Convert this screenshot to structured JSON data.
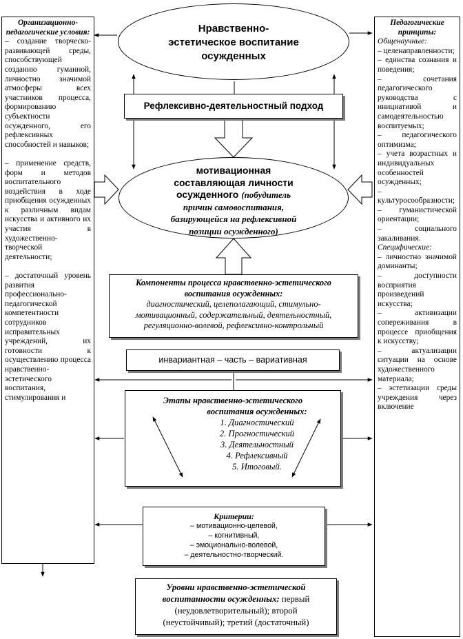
{
  "left_panel": {
    "title": "Организационно-педагогические условия:",
    "items": [
      "– создание творческо-развивающей среды, способствующей созданию гуманной, личностно значимой атмосферы всех участников процесса, формированию субъектности осужденного, его рефлексивных способностей и навыков;",
      "– применение средств, форм и методов воспитательного воздействия в ходе приобщения осужденных к различным видам искусства и активного их участия в художественно-творческой деятельности;",
      "– достаточный уровень развития профессионально-педагогической компетентности сотрудников исправительных учреждений, их готовности к осуществлению процесса нравственно-эстетического воспитания, стимулирования и"
    ]
  },
  "right_panel": {
    "title": "Педагогические принципы:",
    "general_heading": "Общенаучные:",
    "general_items": [
      "– целенаправленности;",
      "– единства сознания и поведения;",
      "– сочетания педагогического руководства с инициативой и самодеятельностью воспитуемых;",
      "– педагогического оптимизма;",
      "– учета возрастных и индивидуальных особенностей осужденных;",
      "– культуросообразности;",
      "– гуманистической ориентации;",
      "– социального закаливания."
    ],
    "specific_heading": "Специфические:",
    "specific_items": [
      "– личностно значимой доминанты;",
      "– доступности восприятия произведений искусства;",
      "– активизации сопереживания в процессе приобщения к искусству;",
      "– актуализации ситуации на основе художественного материала;",
      "– эстетизации среды учреждения через включение"
    ]
  },
  "top_oval": {
    "line1": "Нравственно-",
    "line2": "эстетическое воспитание",
    "line3": "осужденных"
  },
  "approach_box": {
    "text": "Рефлексивно-деятельностный подход"
  },
  "middle_oval": {
    "line1": "мотивационная",
    "line2": "составляющая личности",
    "line3_plain": "осужденного ",
    "line3_italic": "(побудитель",
    "line4": "причин самовоспитания,",
    "line5": "базирующейся на рефлексивной",
    "line6": "позиции осужденного)"
  },
  "components_box": {
    "title": "Компоненты процесса нравственно-эстетического воспитания осужденных:",
    "line1": "диагностический, целеполагающий, стимульно-",
    "line2": "мотивационный, содержательный, деятельностный,",
    "line3": "регуляционно-волевой, рефлексивно-контрольный"
  },
  "invariant_box": {
    "text": "инвариантная – часть – вариативная"
  },
  "stages_box": {
    "title_line1": "Этапы нравственно-эстетического",
    "title_line2": "воспитания осужденных:",
    "stages": [
      "1. Диагностический",
      "2. Прогностический",
      "3. Деятельностный",
      "4. Рефлексивный",
      "5. Итоговый."
    ]
  },
  "criteria_box": {
    "title": "Критерии:",
    "items": [
      "– мотивационно-целевой,",
      "– когнитивный,",
      "– эмоционально-волевой,",
      "– деятельностно-творческий."
    ]
  },
  "levels_box": {
    "title_line1": "Уровни нравственно-эстетической",
    "title_line2_italic": "воспитанности осужденных:",
    "title_line2_rest": " первый",
    "line3": "(неудовлетворительный); второй",
    "line4": "(неустойчивый); третий (достаточный)"
  }
}
